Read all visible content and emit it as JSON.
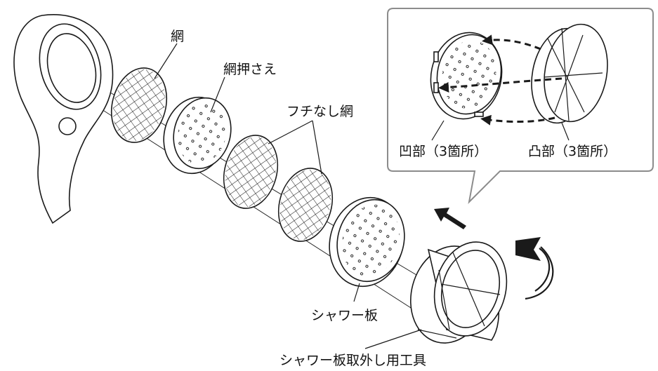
{
  "labels": {
    "net": "網",
    "net_holder": "網押さえ",
    "rimless_net": "フチなし網",
    "shower_plate": "シャワー板",
    "removal_tool": "シャワー板取外し用工具",
    "recess": "凹部（3箇所）",
    "protrusion": "凸部（3箇所）"
  },
  "icons": {
    "push_arrow": "arrow-up-right-icon",
    "rotate_arrow": "rotate-arrow-icon"
  },
  "colors": {
    "line": "#1a1a1a",
    "callout_border": "#8c8c8c",
    "background": "#ffffff"
  }
}
